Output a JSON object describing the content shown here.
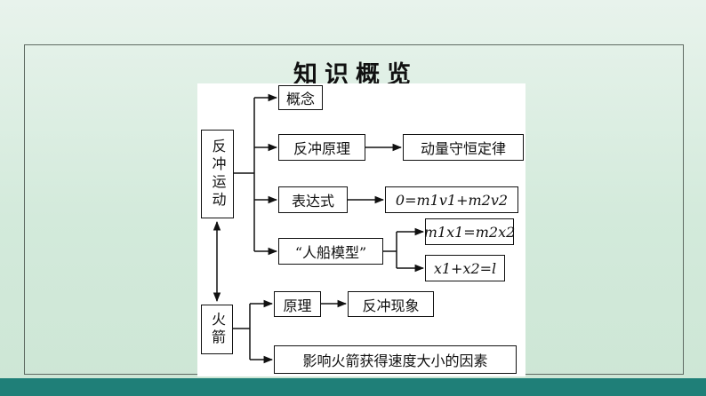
{
  "title": "知识概览",
  "nodes": {
    "fanchong_yundong": "反冲运动",
    "huojian": "火箭",
    "gainian": "概念",
    "fanchong_yuanli": "反冲原理",
    "dongliang_shouheng": "动量守恒定律",
    "biaodashi": "表达式",
    "renchuan_moxing": "“人船模型”",
    "yuanli": "原理",
    "fanchong_xianxiang": "反冲现象",
    "yingxiang_yinsu": "影响火箭获得速度大小的因素"
  },
  "formulas": {
    "momentum": "0=m1v1+m2v2",
    "mass_disp": "m1x1=m2x2",
    "sum_disp": "x1+x2=l"
  }
}
